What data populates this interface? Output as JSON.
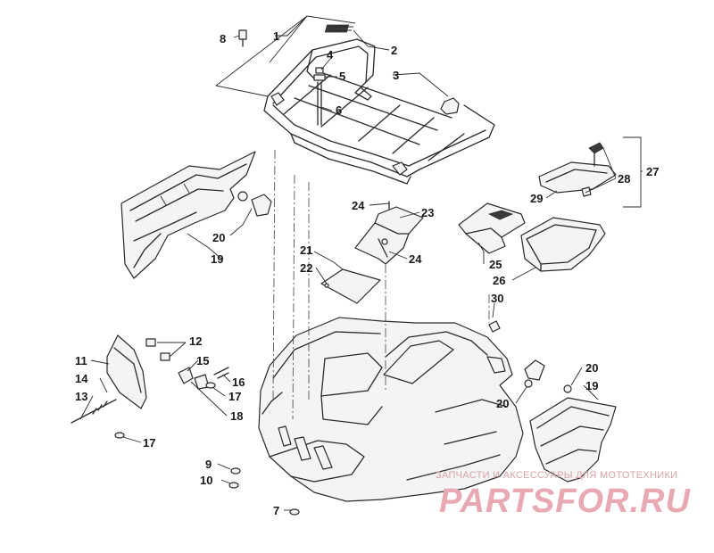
{
  "callouts": [
    {
      "id": "c1",
      "text": "1"
    },
    {
      "id": "c2",
      "text": "2"
    },
    {
      "id": "c3",
      "text": "3"
    },
    {
      "id": "c4",
      "text": "4"
    },
    {
      "id": "c5",
      "text": "5"
    },
    {
      "id": "c6",
      "text": "6"
    },
    {
      "id": "c7",
      "text": "7"
    },
    {
      "id": "c8",
      "text": "8"
    },
    {
      "id": "c9",
      "text": "9"
    },
    {
      "id": "c10",
      "text": "10"
    },
    {
      "id": "c11",
      "text": "11"
    },
    {
      "id": "c12",
      "text": "12"
    },
    {
      "id": "c13",
      "text": "13"
    },
    {
      "id": "c14",
      "text": "14"
    },
    {
      "id": "c15",
      "text": "15"
    },
    {
      "id": "c16",
      "text": "16"
    },
    {
      "id": "c17a",
      "text": "17"
    },
    {
      "id": "c17b",
      "text": "17"
    },
    {
      "id": "c18",
      "text": "18"
    },
    {
      "id": "c19a",
      "text": "19"
    },
    {
      "id": "c19b",
      "text": "19"
    },
    {
      "id": "c20a",
      "text": "20"
    },
    {
      "id": "c20b",
      "text": "20"
    },
    {
      "id": "c20c",
      "text": "20"
    },
    {
      "id": "c21",
      "text": "21"
    },
    {
      "id": "c22",
      "text": "22"
    },
    {
      "id": "c23",
      "text": "23"
    },
    {
      "id": "c24a",
      "text": "24"
    },
    {
      "id": "c24b",
      "text": "24"
    },
    {
      "id": "c25",
      "text": "25"
    },
    {
      "id": "c26",
      "text": "26"
    },
    {
      "id": "c27",
      "text": "27"
    },
    {
      "id": "c28",
      "text": "28"
    },
    {
      "id": "c29",
      "text": "29"
    },
    {
      "id": "c30",
      "text": "30"
    }
  ],
  "watermark": {
    "tagline": "ЗАПЧАСТИ И АКСЕССУАРЫ ДЛЯ МОТОТЕХНИКИ",
    "brand": "PARTSFOR.RU"
  }
}
